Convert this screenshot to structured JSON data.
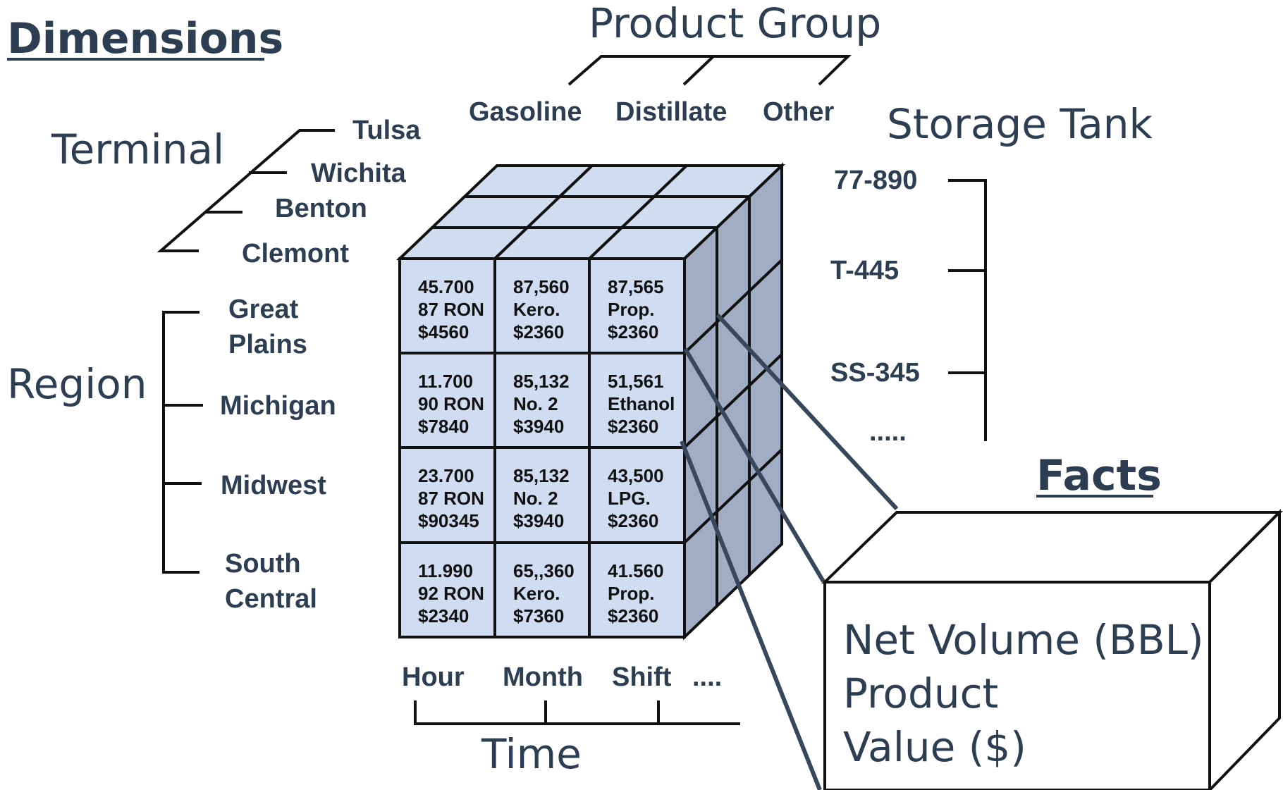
{
  "dimensions_heading": "Dimensions",
  "facts_heading": "Facts",
  "product_group": {
    "title": "Product Group",
    "items": [
      "Gasoline",
      "Distillate",
      "Other"
    ]
  },
  "terminal": {
    "title": "Terminal",
    "items": [
      "Tulsa",
      "Wichita",
      "Benton",
      "Clemont"
    ]
  },
  "storage_tank": {
    "title": "Storage Tank",
    "items": [
      "77-890",
      "T-445",
      "SS-345",
      "....."
    ]
  },
  "region": {
    "title": "Region",
    "items": [
      [
        "Great",
        "Plains"
      ],
      [
        "Michigan"
      ],
      [
        "Midwest"
      ],
      [
        "South",
        "Central"
      ]
    ]
  },
  "time": {
    "title": "Time",
    "items": [
      "Hour",
      "Month",
      "Shift",
      "...."
    ]
  },
  "cells": [
    [
      [
        "45.700",
        "87 RON",
        "$4560"
      ],
      [
        "87,560",
        "Kero.",
        "$2360"
      ],
      [
        "87,565",
        "Prop.",
        "$2360"
      ]
    ],
    [
      [
        "11.700",
        "90 RON",
        "$7840"
      ],
      [
        "85,132",
        "No. 2",
        "$3940"
      ],
      [
        "51,561",
        "Ethanol",
        "$2360"
      ]
    ],
    [
      [
        "23.700",
        "87 RON",
        "$90345"
      ],
      [
        "85,132",
        "No. 2",
        "$3940"
      ],
      [
        "43,500",
        "LPG.",
        "$2360"
      ]
    ],
    [
      [
        "11.990",
        "92 RON",
        "$2340"
      ],
      [
        "65,,360",
        "Kero.",
        "$7360"
      ],
      [
        "41.560",
        "Prop.",
        "$2360"
      ]
    ]
  ],
  "facts": [
    "Net Volume (BBL)",
    "Product",
    "Value ($)"
  ],
  "colors": {
    "text": "#2e3e52",
    "cube_front": "#cfdcf2",
    "cube_top": "#d0ddf1",
    "cube_side": "#a1adc4"
  }
}
